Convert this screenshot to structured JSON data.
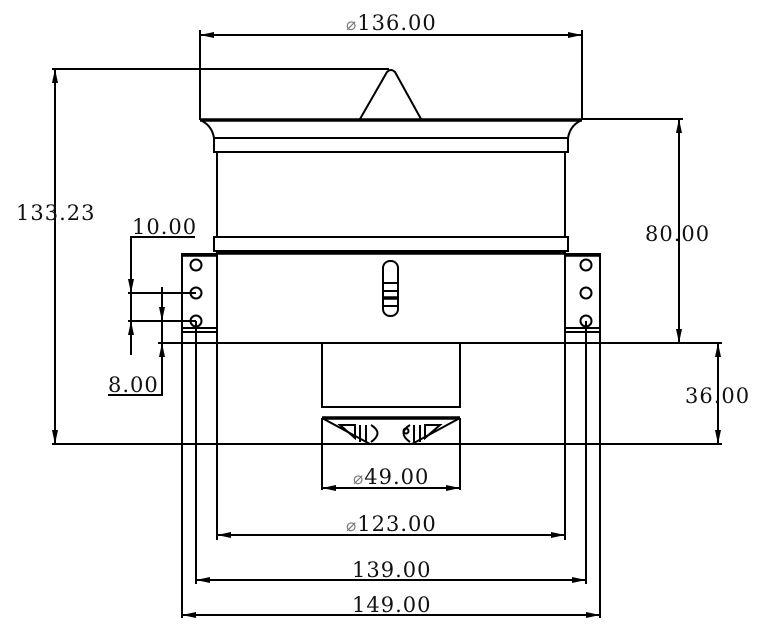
{
  "drawing": {
    "type": "technical-dimension-drawing",
    "subject": "ducted fan unit, side elevation",
    "line_color": "#000000",
    "background": "#ffffff",
    "units": "mm"
  },
  "dimensions": {
    "top_diameter": {
      "symbol": "⌀",
      "value": "136.00"
    },
    "overall_height": {
      "value": "133.23"
    },
    "body_height": {
      "value": "80.00"
    },
    "tail_height": {
      "value": "36.00"
    },
    "hole_pitch": {
      "value": "10.00"
    },
    "hole_offset": {
      "value": "8.00"
    },
    "exhaust_diameter": {
      "symbol": "⌀",
      "value": "49.00"
    },
    "body_diameter": {
      "symbol": "⌀",
      "value": "123.00"
    },
    "hole_span": {
      "value": "139.00"
    },
    "flange_width": {
      "value": "149.00"
    }
  }
}
